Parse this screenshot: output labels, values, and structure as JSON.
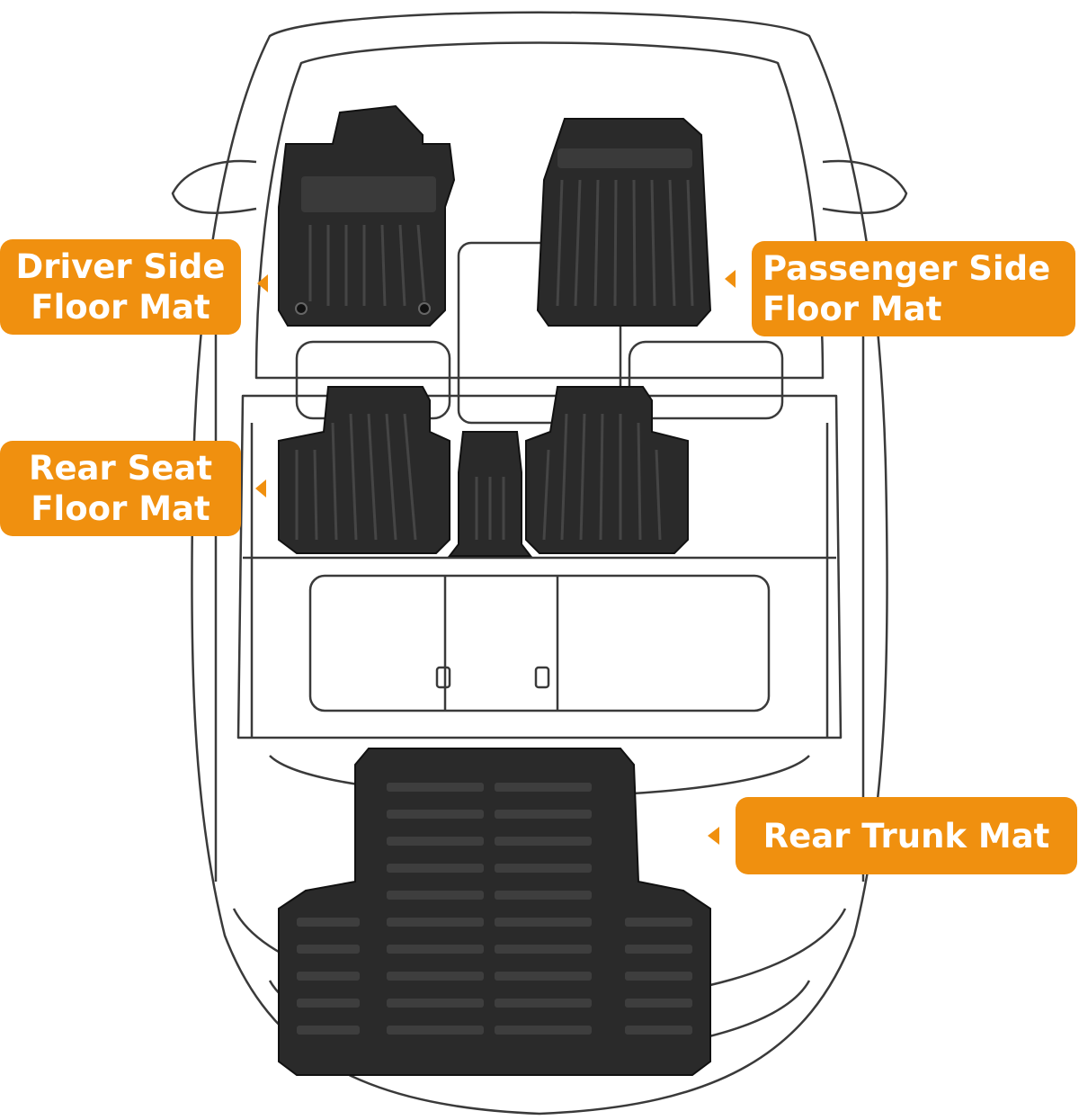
{
  "labels": {
    "driver": [
      "Driver Side",
      "Floor Mat"
    ],
    "passenger": [
      "Passenger Side",
      "Floor Mat"
    ],
    "rear_seat": [
      "Rear Seat",
      "Floor Mat"
    ],
    "trunk": [
      "Rear Trunk Mat"
    ]
  },
  "colors": {
    "callout": "#f0900f",
    "mat": "#2a2a2a",
    "mat_rib": "#3d3d3d",
    "outline": "#3a3a3a"
  }
}
